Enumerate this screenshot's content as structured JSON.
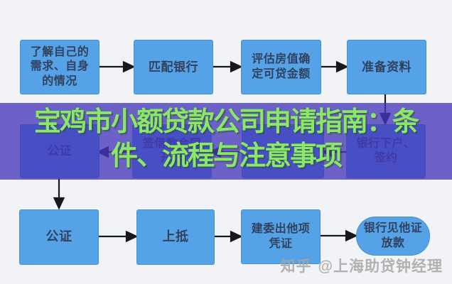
{
  "page": {
    "background": "#F1F3F6"
  },
  "headline": {
    "line1": "宝鸡市小额贷款公司申请指南：条",
    "line2": "件、流程与注意事项",
    "text_color": "#8BE76A",
    "overlay_color": "rgba(69,55,186,0.78)"
  },
  "flowchart": {
    "box_color": "#55A3E6",
    "box_text_color": "#31415F",
    "arrow_color": "#16181C",
    "top_row": [
      {
        "lines": [
          "了解自己的",
          "需求、自身",
          "的情况"
        ]
      },
      {
        "lines": [
          "匹配银行"
        ]
      },
      {
        "lines": [
          "评估房值确",
          "定可贷金额"
        ]
      },
      {
        "lines": [
          "准备资料"
        ]
      }
    ],
    "middle_row": [
      {
        "lines": [
          "公证"
        ]
      },
      {
        "lines": [
          "签借款合同",
          "开卡"
        ]
      },
      {
        "lines": [
          ""
        ]
      },
      {
        "lines": [
          "银行下户、",
          "签约"
        ]
      }
    ],
    "bottom_row": [
      {
        "lines": [
          "公证"
        ]
      },
      {
        "lines": [
          "上抵"
        ]
      },
      {
        "lines": [
          "建委出他项",
          "凭证"
        ]
      },
      {
        "lines": [
          "银行见他证",
          "放款"
        ]
      }
    ]
  },
  "watermark": {
    "brand": "知乎",
    "handle": "@上海助贷钟经理"
  }
}
